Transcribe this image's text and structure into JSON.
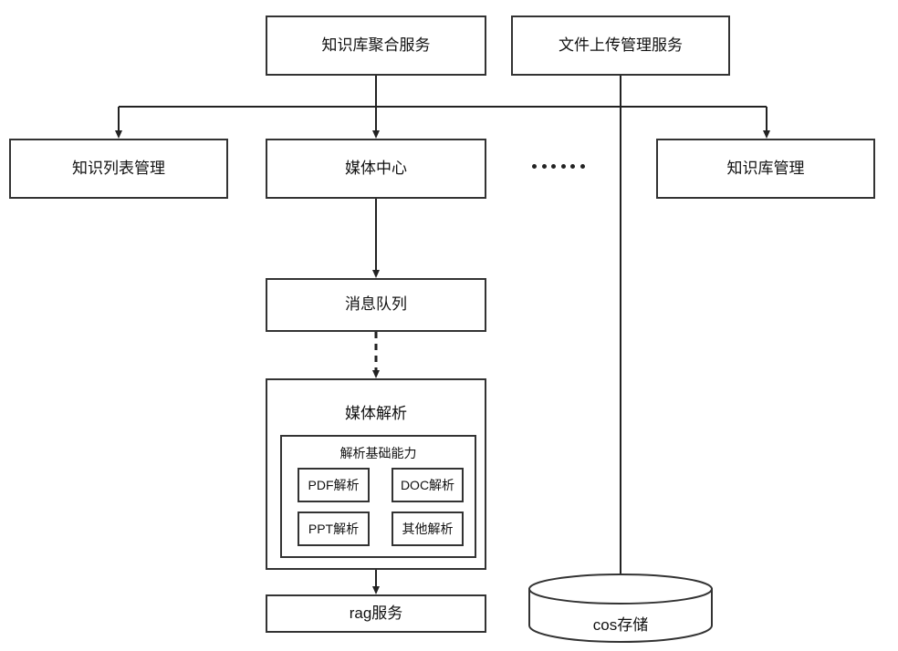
{
  "diagram": {
    "type": "flowchart",
    "background_color": "#ffffff",
    "stroke_color": "#333333",
    "fill_color": "#ffffff",
    "nodes": {
      "knowledge_aggregation_service": "知识库聚合服务",
      "file_upload_management_service": "文件上传管理服务",
      "knowledge_list_management": "知识列表管理",
      "media_center": "媒体中心",
      "knowledge_base_management": "知识库管理",
      "message_queue": "消息队列",
      "media_parsing": "媒体解析",
      "parsing_base_capability": "解析基础能力",
      "pdf_parsing": "PDF解析",
      "doc_parsing": "DOC解析",
      "ppt_parsing": "PPT解析",
      "other_parsing": "其他解析",
      "rag_service": "rag服务",
      "cos_storage": "cos存储",
      "ellipsis": "••••••"
    }
  }
}
